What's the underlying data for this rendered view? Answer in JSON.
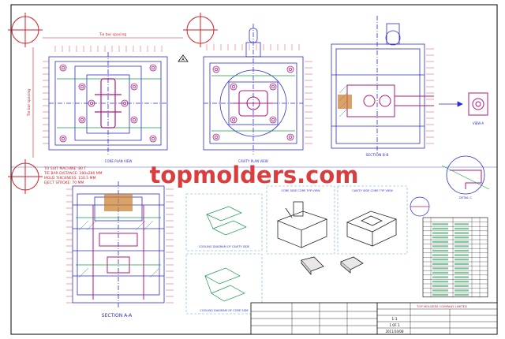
{
  "colors": {
    "outline": "#2b2bd6",
    "part": "#b0197e",
    "dim": "#d0202a",
    "pipe": "#1a9a4a",
    "hatch": "#1a8ac2",
    "frame": "#000000",
    "watermark": "#d62e2e",
    "dash_frame": "#6fa8dc"
  },
  "watermark": "topmolders.com",
  "views": {
    "core_plan": "CORE PLAN VIEW",
    "cavity_plan": "CAVITY PLAN VIEW",
    "section_bb": "SECTION B-B",
    "view_a": "VIEW-A",
    "section_aa": "SECTION A-A",
    "core_iso": "CORE SIDE CORE TYP VIEW",
    "cavity_iso": "CAVITY SIDE CORE TYP VIEW",
    "cooling_cavity": "COOLING DIAGRAM OF CAVITY SIDE",
    "cooling_core": "COOLING DIAGRAM OF CORE SIDE",
    "detail": "DETAIL C"
  },
  "tie_bar_spacing": "Tie bar spacing",
  "notes": [
    "TO SUIT MACHINE: 80 T",
    "TIE BAR DISTANCE: 280x280 MM",
    "MOLD THICKNESS: 150.5 MM",
    "EJECT STROKE: 70 MM"
  ],
  "title_block": {
    "company": "TOP MOLDERS COMPANY LIMITED",
    "scale": "1:1",
    "sheet": "1 OF 1",
    "date": "2011/10/08"
  },
  "icons": [
    "crosshair-circle-icon",
    "datum-arrow-icon",
    "section-arrow-icon"
  ]
}
